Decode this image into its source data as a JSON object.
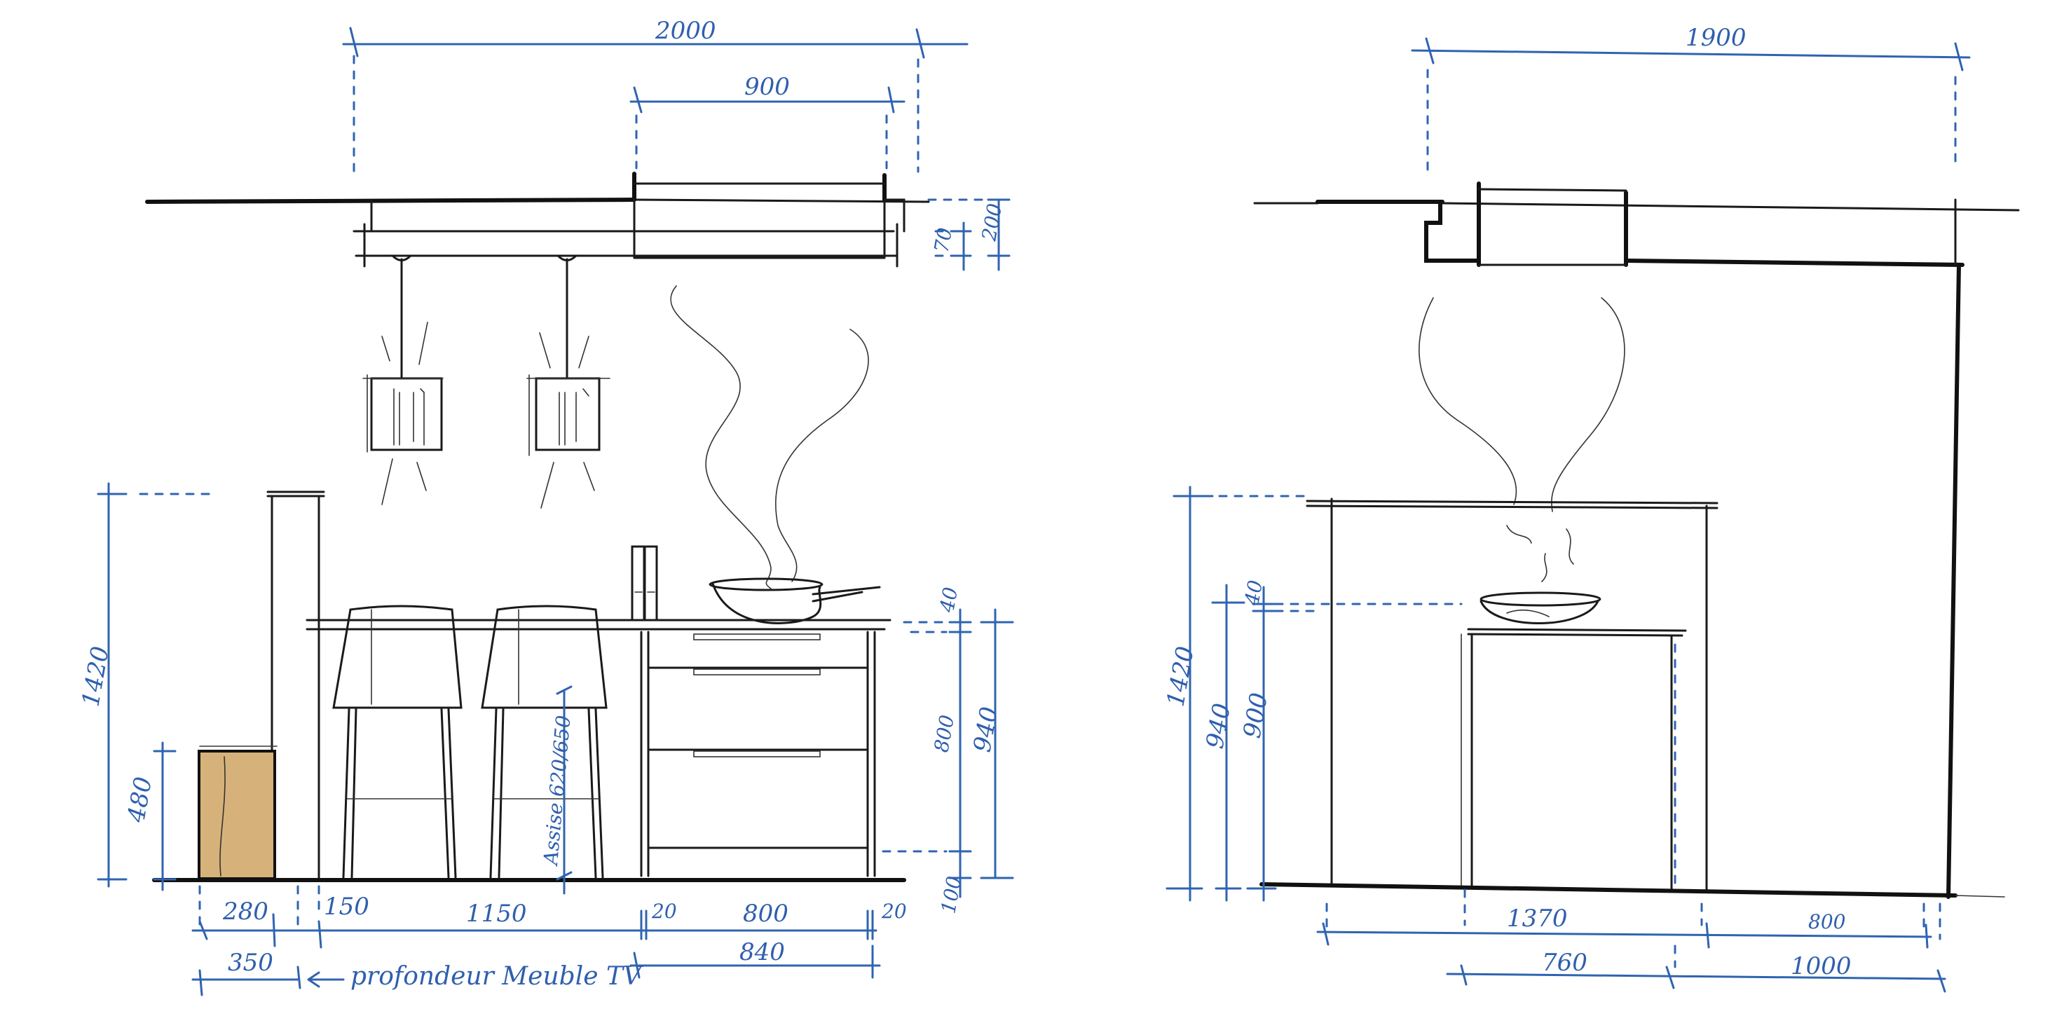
{
  "drawing": {
    "title": "Kitchen island elevation sketches",
    "ink_color": "#1a1a1a",
    "dimension_color": "#2f64b0",
    "wood_color": "#d6b27a"
  },
  "left_elevation": {
    "top_dimensions": {
      "overall_width": "2000",
      "hood_width": "900"
    },
    "ceiling_dimensions": {
      "drop_inner": "70",
      "drop_outer": "200"
    },
    "vertical_dimensions": {
      "wall_height": "1420",
      "tv_unit_height": "480",
      "seat_height": "Assise 620/650",
      "worktop_thickness": "40",
      "cabinet_height": "800",
      "total_height": "940",
      "plinth": "100"
    },
    "bottom_dimensions": {
      "tv_unit_depth": "280",
      "tv_unit_total": "350",
      "gap": "150",
      "overhang": "1150",
      "side_left": "20",
      "cabinet_width": "800",
      "side_right": "20",
      "cabinet_total": "840"
    },
    "note": "profondeur Meuble TV"
  },
  "right_elevation": {
    "top_dimensions": {
      "overall_width": "1900"
    },
    "vertical_dimensions": {
      "wall_height": "1420",
      "total_height": "940",
      "cabinet_height": "900",
      "worktop_thickness": "40"
    },
    "bottom_dimensions": {
      "island_width": "1370",
      "passage": "800",
      "cabinet_depth": "760",
      "wall_offset": "1000"
    }
  }
}
